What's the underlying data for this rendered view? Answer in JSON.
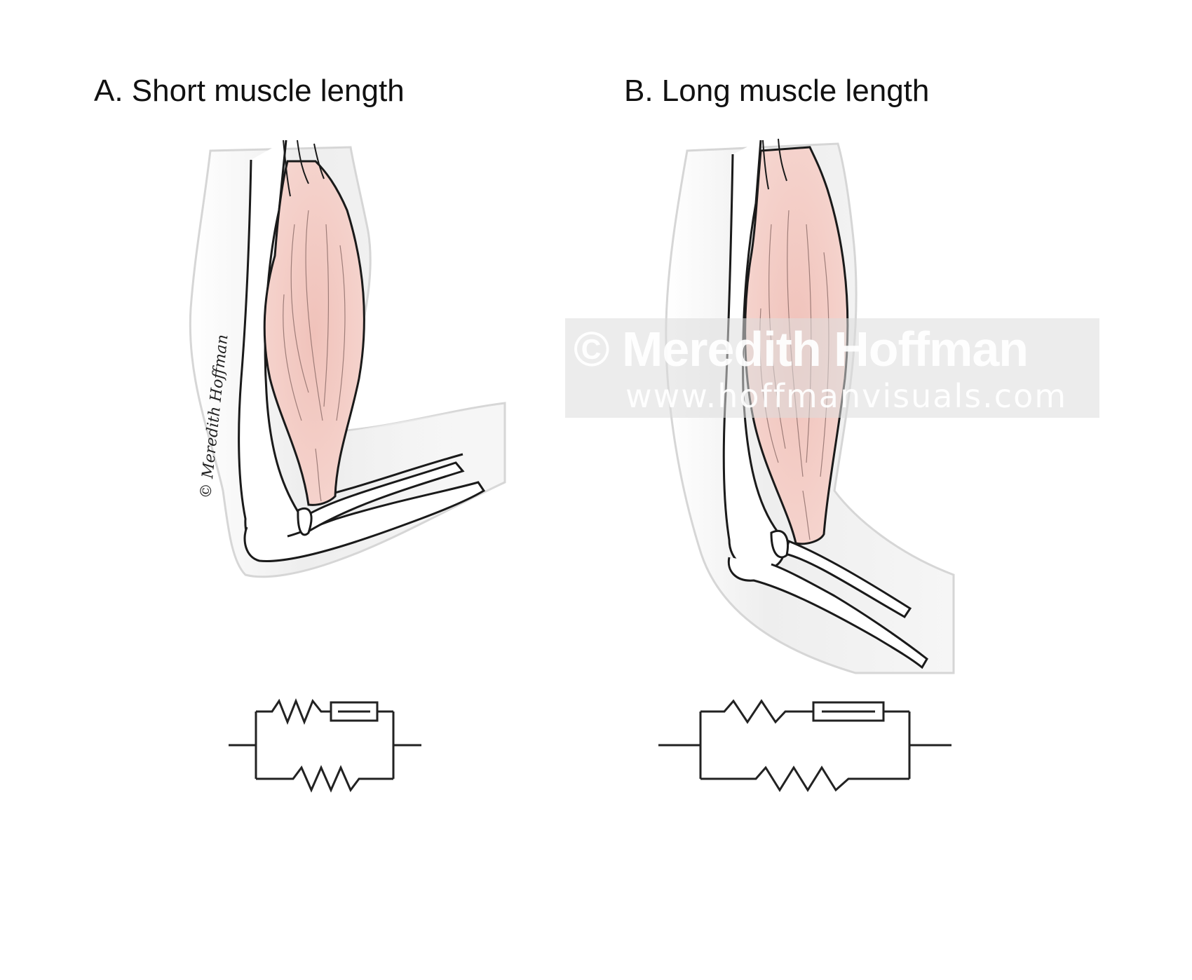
{
  "panels": [
    {
      "title": "A. Short muscle length",
      "muscle_state": "short"
    },
    {
      "title": "B. Long muscle length",
      "muscle_state": "long"
    }
  ],
  "watermark": {
    "line1": "© Meredith Hoffman",
    "line2": "www.hoffmanvisuals.com"
  },
  "signature": "© Meredith Hoffman",
  "colors": {
    "muscle": "#f2cbc4",
    "muscle_stroke": "#1a1a1a",
    "skin_shadow": "#ececec",
    "bone": "#ffffff",
    "circuit": "#222222"
  },
  "icons": [
    "spring-icon",
    "dashpot-icon"
  ]
}
